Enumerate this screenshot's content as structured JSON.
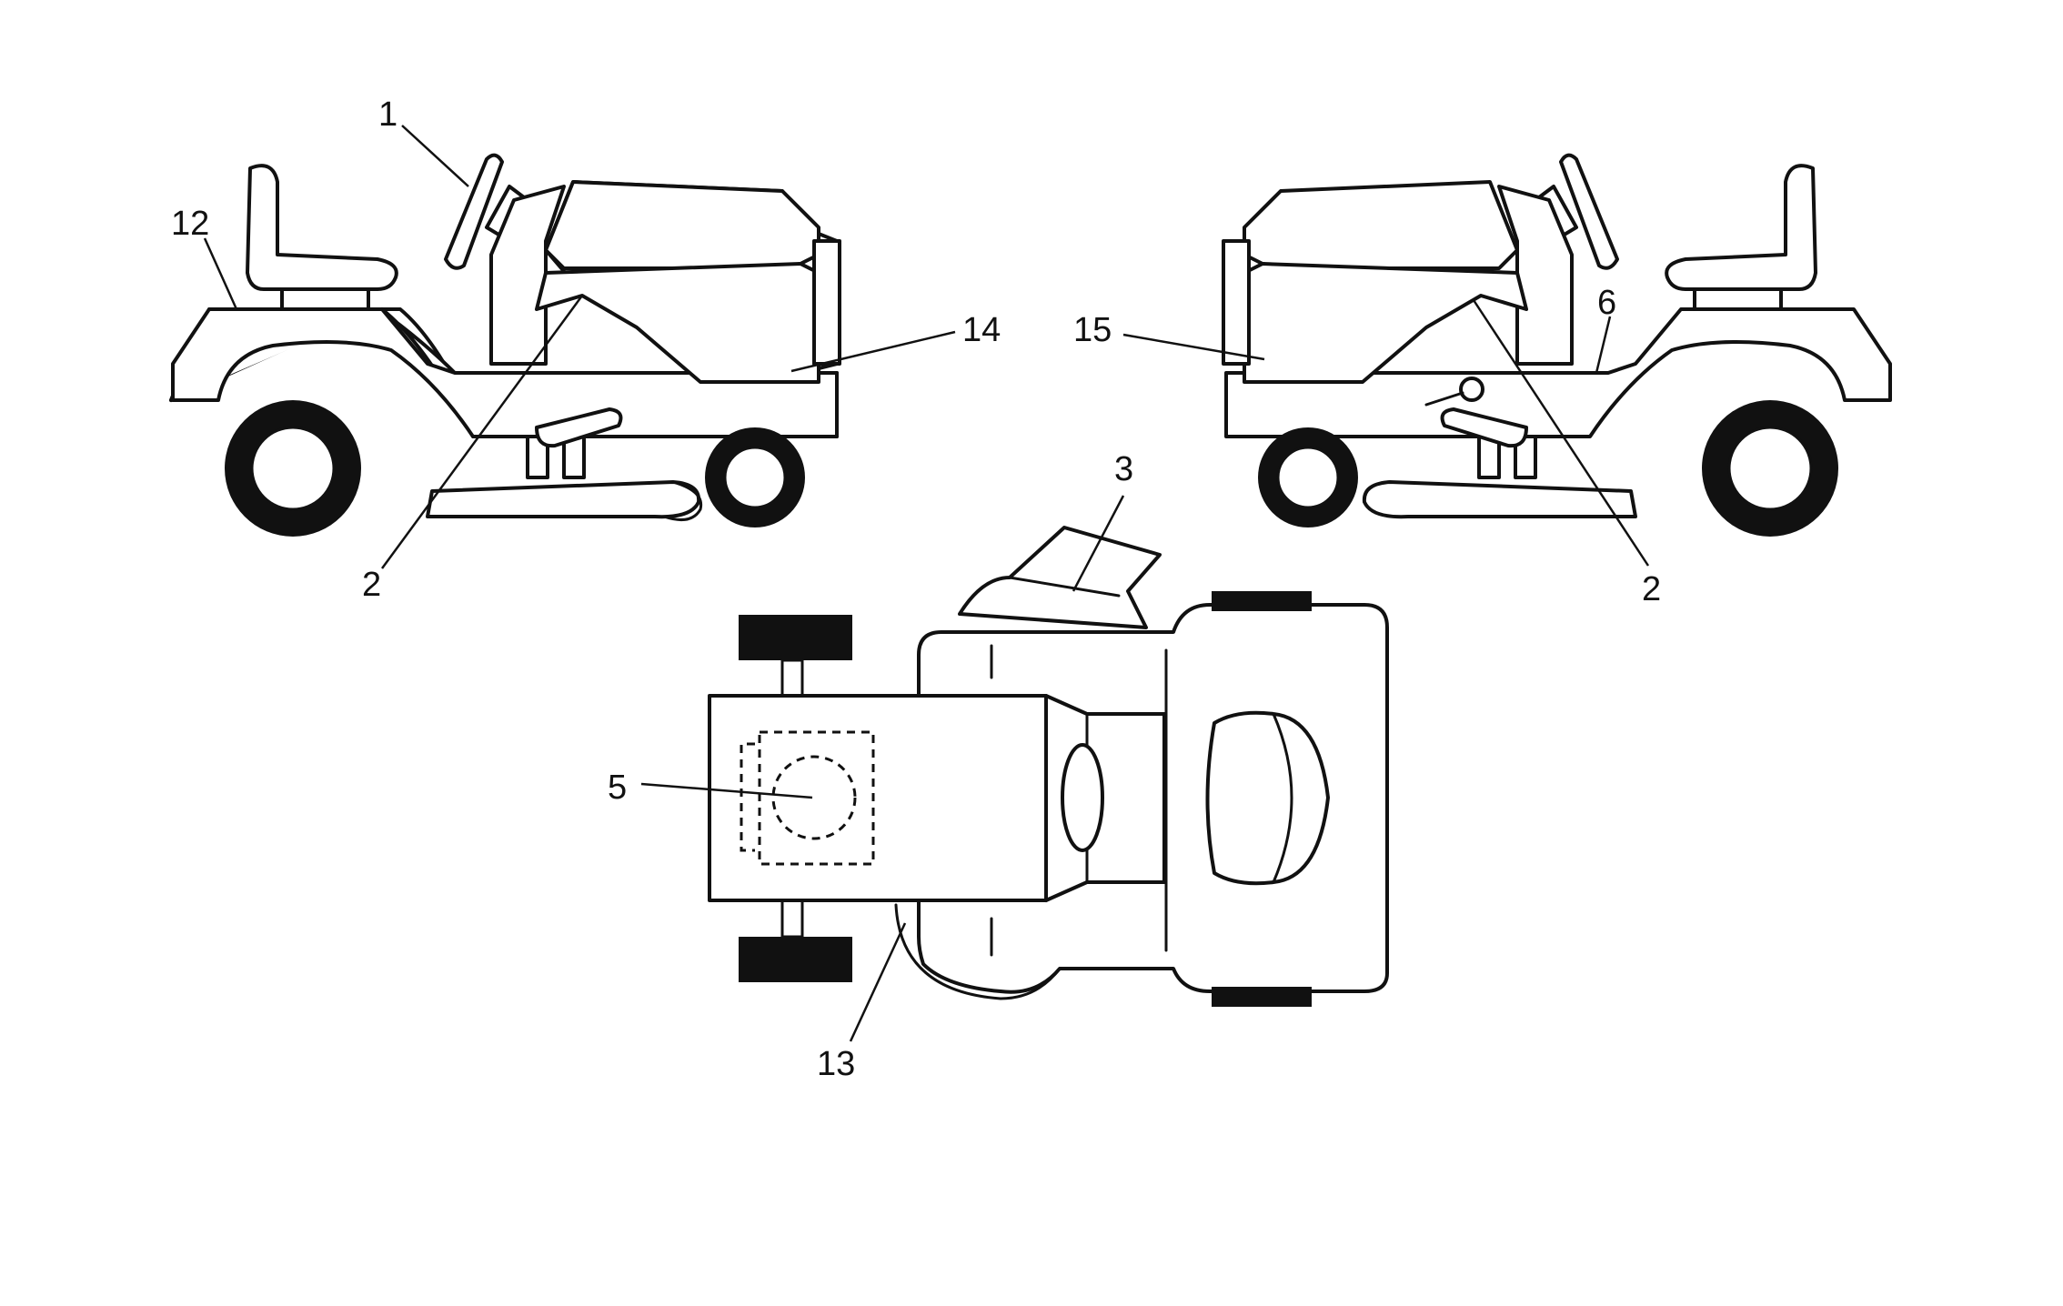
{
  "callouts": {
    "c1": "1",
    "c12": "12",
    "c2_left": "2",
    "c14": "14",
    "c15": "15",
    "c6": "6",
    "c2_right": "2",
    "c3": "3",
    "c5": "5",
    "c13": "13"
  }
}
